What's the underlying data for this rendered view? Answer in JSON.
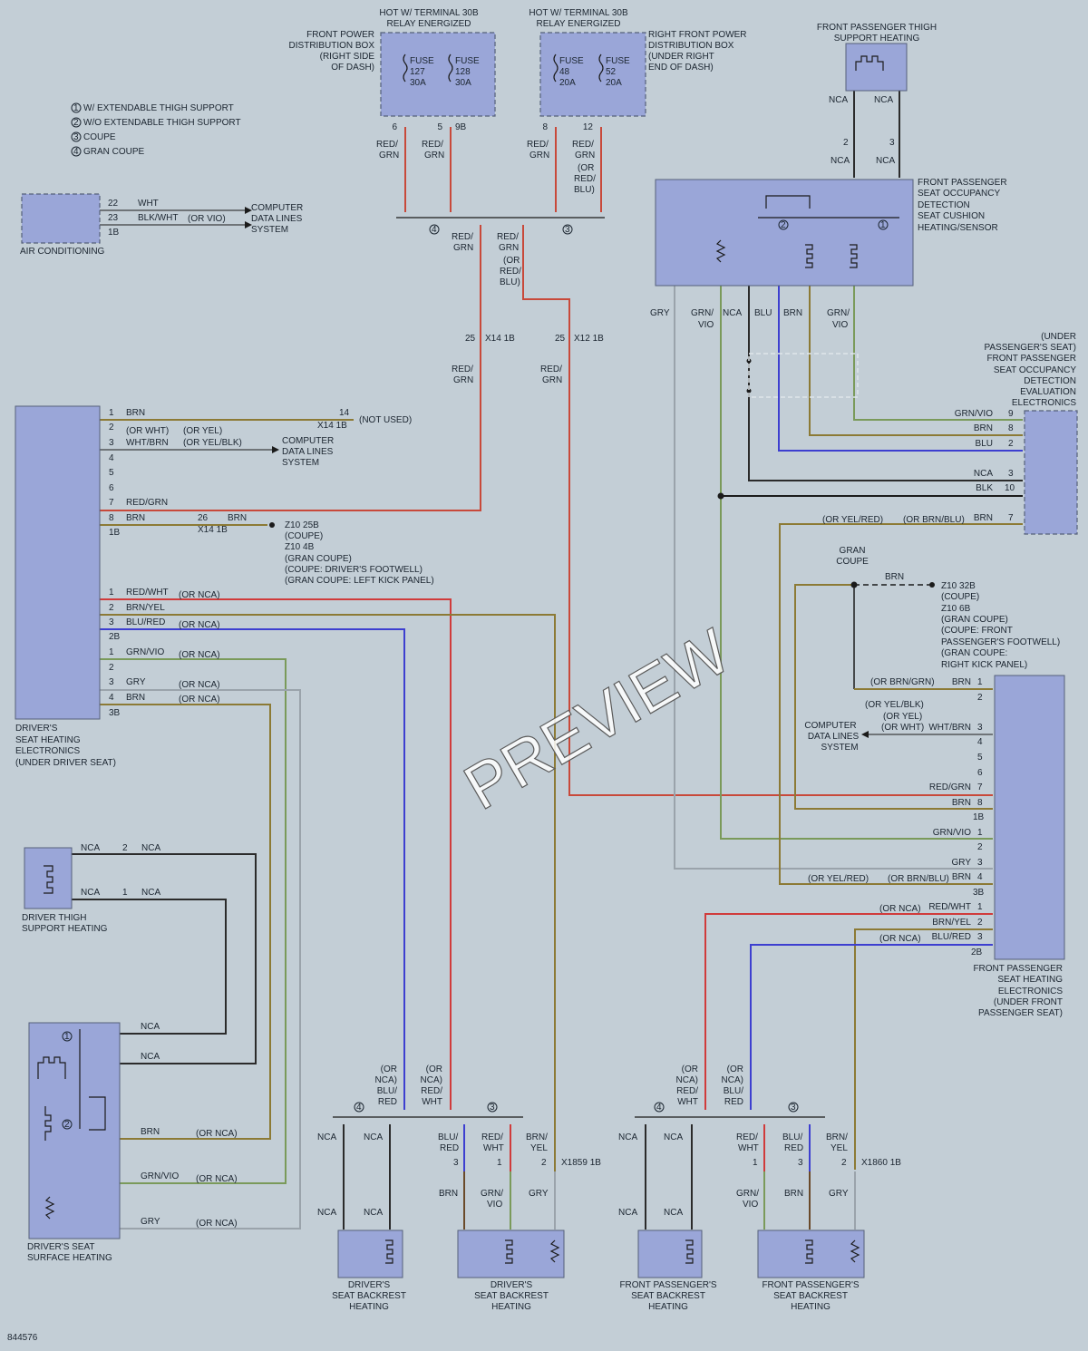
{
  "watermark": "PREVIEW",
  "figure_id": "844576",
  "colors": {
    "red_grn": "#c8493a",
    "red": "#d03b3b",
    "blu": "#3d3fd0",
    "olive": "#8c7a35",
    "grn": "#7a9a5a",
    "gry": "#9aa3ab",
    "blk": "#1b1b1b",
    "dark": "#2b2b2b"
  },
  "legend": [
    {
      "num": "1",
      "text": "W/ EXTENDABLE THIGH SUPPORT"
    },
    {
      "num": "2",
      "text": "W/O EXTENDABLE THIGH SUPPORT"
    },
    {
      "num": "3",
      "text": "COUPE"
    },
    {
      "num": "4",
      "text": "GRAN COUPE"
    }
  ],
  "top": {
    "hot1": [
      "HOT W/ TERMINAL 30B",
      "RELAY ENERGIZED"
    ],
    "hot2": [
      "HOT W/ TERMINAL 30B",
      "RELAY ENERGIZED"
    ],
    "fpdb": [
      "FRONT POWER",
      "DISTRIBUTION BOX",
      "(RIGHT SIDE",
      "OF DASH)"
    ],
    "rfpdb": [
      "RIGHT FRONT POWER",
      "DISTRIBUTION BOX",
      "(UNDER RIGHT",
      "END OF DASH)"
    ],
    "fuses": [
      {
        "l1": "FUSE",
        "l2": "127",
        "l3": "30A"
      },
      {
        "l1": "FUSE",
        "l2": "128",
        "l3": "30A"
      },
      {
        "l1": "FUSE",
        "l2": "48",
        "l3": "20A"
      },
      {
        "l1": "FUSE",
        "l2": "52",
        "l3": "20A"
      }
    ],
    "pins": [
      "6",
      "5",
      "9B",
      "8",
      "12"
    ],
    "red_grn": "RED/",
    "grn": "GRN",
    "or": "(OR",
    "red": "RED/",
    "blu": "BLU)",
    "m4": "4",
    "m3": "3"
  },
  "thigh_pass": {
    "title": [
      "FRONT PASSENGER THIGH",
      "SUPPORT HEATING"
    ],
    "nca": "NCA",
    "p2": "2",
    "p3": "3"
  },
  "occupancy": {
    "title": [
      "FRONT PASSENGER",
      "SEAT OCCUPANCY",
      "DETECTION",
      "SEAT CUSHION",
      "HEATING/SENSOR"
    ],
    "m2": "2",
    "m1": "1",
    "labels": [
      "GRY",
      "GRN/",
      "VIO",
      "NCA",
      "BLU",
      "BRN",
      "GRN/",
      "VIO"
    ]
  },
  "ac": {
    "label": "AIR CONDITIONING",
    "pins": [
      "22",
      "23",
      "1B"
    ],
    "wires": [
      "WHT",
      "BLK/WHT",
      "(OR VIO)"
    ],
    "cdl": [
      "COMPUTER",
      "DATA LINES",
      "SYSTEM"
    ]
  },
  "mid": {
    "x14": "X14 1B",
    "x12": "X12 1B",
    "p25": "25",
    "red": "RED/",
    "grn": "GRN"
  },
  "eval": {
    "title": [
      "(UNDER",
      "PASSENGER'S SEAT)",
      "FRONT PASSENGER",
      "SEAT OCCUPANCY",
      "DETECTION",
      "EVALUATION",
      "ELECTRONICS"
    ],
    "pins": [
      {
        "wire": "GRN/VIO",
        "pin": "9"
      },
      {
        "wire": "BRN",
        "pin": "8"
      },
      {
        "wire": "BLU",
        "pin": "2"
      },
      {
        "wire": "NCA",
        "pin": "3"
      },
      {
        "wire": "BLK",
        "pin": "10"
      },
      {
        "wire": "BRN",
        "pin": "7"
      }
    ],
    "or1": "(OR YEL/RED)",
    "or2": "(OR BRN/BLU)"
  },
  "driver_elec": {
    "title": [
      "DRIVER'S",
      "SEAT HEATING",
      "ELECTRONICS",
      "(UNDER DRIVER SEAT)"
    ],
    "c1": [
      {
        "pin": "1",
        "wire": "BRN"
      },
      {
        "pin": "2",
        "wire": "(OR WHT)"
      },
      {
        "pin": "3",
        "wire": "WHT/BRN"
      },
      {
        "pin": "4",
        "wire": ""
      },
      {
        "pin": "5",
        "wire": ""
      },
      {
        "pin": "6",
        "wire": ""
      },
      {
        "pin": "7",
        "wire": "RED/GRN"
      },
      {
        "pin": "8",
        "wire": "BRN"
      }
    ],
    "c1_id": "1B",
    "yel": "(OR YEL)",
    "yelblk": "(OR YEL/BLK)",
    "cdl": [
      "COMPUTER",
      "DATA LINES",
      "SYSTEM"
    ],
    "not_used": "(NOT USED)",
    "p14": "14",
    "x14": "X14 1B",
    "p26": "26",
    "x14b": "X14 1B",
    "brn": "BRN",
    "ground": [
      "Z10 25B",
      "(COUPE)",
      "Z10 4B",
      "(GRAN COUPE)",
      "(COUPE: DRIVER'S FOOTWELL)",
      "(GRAN COUPE: LEFT KICK PANEL)"
    ],
    "c2": [
      {
        "pin": "1",
        "wire": "RED/WHT",
        "alt": "(OR NCA)"
      },
      {
        "pin": "2",
        "wire": "BRN/YEL",
        "alt": ""
      },
      {
        "pin": "3",
        "wire": "BLU/RED",
        "alt": "(OR NCA)"
      }
    ],
    "c2_id": "2B",
    "c3": [
      {
        "pin": "1",
        "wire": "GRN/VIO",
        "alt": "(OR NCA)"
      },
      {
        "pin": "2",
        "wire": "",
        "alt": ""
      },
      {
        "pin": "3",
        "wire": "GRY",
        "alt": "(OR NCA)"
      },
      {
        "pin": "4",
        "wire": "BRN",
        "alt": "(OR NCA)"
      }
    ],
    "c3_id": "3B"
  },
  "pass_ground": {
    "gc": [
      "GRAN",
      "COUPE"
    ],
    "brn": "BRN",
    "loc": [
      "Z10 32B",
      "(COUPE)",
      "Z10 6B",
      "(GRAN COUPE)",
      "(COUPE: FRONT",
      "PASSENGER'S FOOTWELL)",
      "(GRAN COUPE:",
      "RIGHT KICK PANEL)"
    ]
  },
  "pass_elec": {
    "title": [
      "FRONT PASSENGER",
      "SEAT HEATING",
      "ELECTRONICS",
      "(UNDER FRONT",
      "PASSENGER SEAT)"
    ],
    "c1": [
      {
        "pin": "1",
        "wire": "BRN",
        "alt": "(OR BRN/GRN)"
      },
      {
        "pin": "2",
        "wire": "",
        "alt": ""
      },
      {
        "pin": "3",
        "wire": "WHT/BRN",
        "alt": "(OR WHT)"
      },
      {
        "pin": "4",
        "wire": "",
        "alt": ""
      },
      {
        "pin": "5",
        "wire": "",
        "alt": ""
      },
      {
        "pin": "6",
        "wire": "",
        "alt": ""
      },
      {
        "pin": "7",
        "wire": "RED/GRN",
        "alt": ""
      },
      {
        "pin": "8",
        "wire": "BRN",
        "alt": ""
      }
    ],
    "c1_id": "1B",
    "yelblk": "(OR YEL/BLK)",
    "yel": "(OR YEL)",
    "cdl": [
      "COMPUTER",
      "DATA LINES",
      "SYSTEM"
    ],
    "c3": [
      {
        "pin": "1",
        "wire": "GRN/VIO"
      },
      {
        "pin": "2",
        "wire": ""
      },
      {
        "pin": "3",
        "wire": "GRY"
      },
      {
        "pin": "4",
        "wire": "BRN"
      }
    ],
    "c3_id": "3B",
    "c3_or1": "(OR YEL/RED)",
    "c3_or2": "(OR BRN/BLU)",
    "c2": [
      {
        "pin": "1",
        "wire": "RED/WHT",
        "alt": "(OR NCA)"
      },
      {
        "pin": "2",
        "wire": "BRN/YEL",
        "alt": ""
      },
      {
        "pin": "3",
        "wire": "BLU/RED",
        "alt": "(OR NCA)"
      }
    ],
    "c2_id": "2B"
  },
  "driver_thigh": {
    "title": [
      "DRIVER THIGH",
      "SUPPORT HEATING"
    ],
    "nca": "NCA",
    "p2": "2",
    "p1": "1"
  },
  "driver_surface": {
    "title": [
      "DRIVER'S SEAT",
      "SURFACE HEATING"
    ],
    "m1": "1",
    "m2": "2",
    "wires": [
      {
        "wire": "NCA",
        "alt": ""
      },
      {
        "wire": "NCA",
        "alt": ""
      },
      {
        "wire": "BRN",
        "alt": "(OR NCA)"
      },
      {
        "wire": "GRN/VIO",
        "alt": "(OR NCA)"
      },
      {
        "wire": "GRY",
        "alt": "(OR NCA)"
      }
    ]
  },
  "backrest": {
    "m4": "4",
    "m3": "3",
    "nca": "NCA",
    "brn": "BRN",
    "gry": "GRY",
    "grn": "GRN/",
    "vio": "VIO",
    "x1859": "X1859 1B",
    "x1860": "X1860 1B",
    "p1": "1",
    "p2": "2",
    "p3": "3",
    "d_or": [
      "(OR",
      "NCA)",
      "BLU/",
      "RED"
    ],
    "d_or2": [
      "(OR",
      "NCA)",
      "RED/",
      "WHT"
    ],
    "d_pins": [
      {
        "a": "BLU/",
        "b": "RED"
      },
      {
        "a": "RED/",
        "b": "WHT"
      },
      {
        "a": "BRN/",
        "b": "YEL"
      }
    ],
    "p_or": [
      "(OR",
      "NCA)",
      "RED/",
      "WHT"
    ],
    "p_or2": [
      "(OR",
      "NCA)",
      "BLU/",
      "RED"
    ],
    "p_pins": [
      {
        "a": "RED/",
        "b": "WHT"
      },
      {
        "a": "BLU/",
        "b": "RED"
      },
      {
        "a": "BRN/",
        "b": "YEL"
      }
    ],
    "titles": [
      [
        "DRIVER'S",
        "SEAT BACKREST",
        "HEATING"
      ],
      [
        "DRIVER'S",
        "SEAT BACKREST",
        "HEATING"
      ],
      [
        "FRONT PASSENGER'S",
        "SEAT BACKREST",
        "HEATING"
      ],
      [
        "FRONT PASSENGER'S",
        "SEAT BACKREST",
        "HEATING"
      ]
    ]
  }
}
